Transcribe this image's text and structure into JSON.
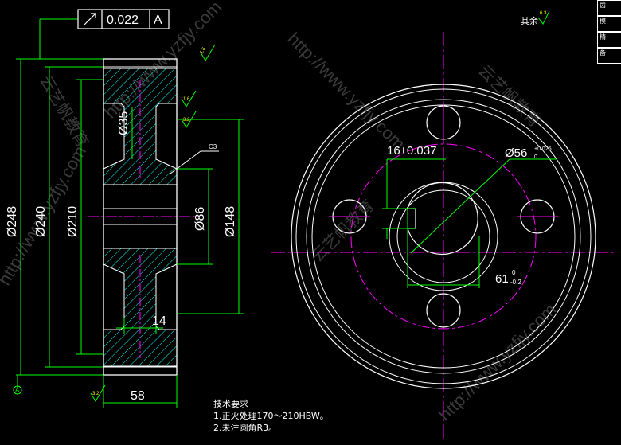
{
  "drawing": {
    "tolerance_frame": {
      "symbol": "circular-runout",
      "value": "0.022",
      "datum": "A"
    },
    "datum_label": "A",
    "surface_roughness_other": "其余",
    "surface_roughness_marks": [
      "1.6",
      "1.6",
      "3.2",
      "3.2",
      "6.3"
    ],
    "chamfer_label": "C3",
    "dimensions_side_view": {
      "outer_diameter": "Ø248",
      "root_diameter": "Ø240",
      "web_diameter": "Ø210",
      "hole_diameter": "Ø35",
      "bore_hub_diameter": "Ø86",
      "hub_diameter": "Ø148",
      "web_thickness": "14",
      "face_width": "58"
    },
    "dimensions_front_view": {
      "keyway_width": "16±0.037",
      "bore_diameter": "Ø56",
      "bore_tol_upper": "+0.025",
      "bore_tol_lower": "0",
      "key_depth": "61",
      "key_depth_upper": "0",
      "key_depth_lower": "-0.2"
    },
    "title_block": [
      "齿",
      "模",
      "精",
      "备"
    ],
    "watermarks": [
      "http://www.yzfjy.com",
      "云艺帆教育"
    ],
    "colors": {
      "background": "#000000",
      "lines": "#ffffff",
      "center_lines": "#ff00ff",
      "dimensions": "#00ff00",
      "hatch": "#00ffff",
      "annotation": "#ffff00"
    }
  },
  "notes": {
    "title": "技术要求",
    "items": [
      "1.正火处理170～210HBW。",
      "2.未注圆角R3。"
    ]
  }
}
